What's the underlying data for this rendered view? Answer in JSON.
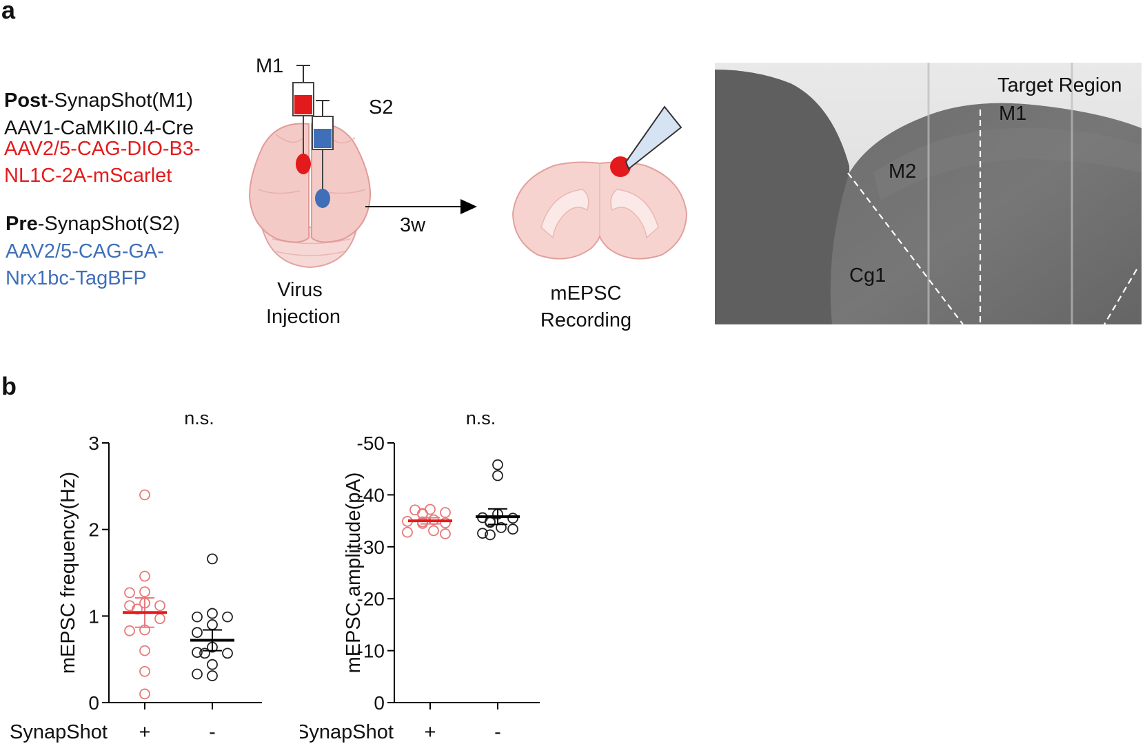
{
  "panel_a": {
    "letter": "a",
    "post": {
      "bold": "Post",
      "rest": "-SynapShot(M1)"
    },
    "post_virus_black": "AAV1-CaMKII0.4-Cre",
    "post_virus_red_1": "AAV2/5-CAG-DIO-B3-",
    "post_virus_red_2": "NL1C-2A-mScarlet",
    "pre": {
      "bold": "Pre",
      "rest": "-SynapShot(S2)"
    },
    "pre_virus_blue_1": "AAV2/5-CAG-GA-",
    "pre_virus_blue_2": "Nrx1bc-TagBFP",
    "label_m1": "M1",
    "label_s2": "S2",
    "virus_injection_1": "Virus",
    "virus_injection_2": "Injection",
    "arrow_label": "3w",
    "recording_1": "mEPSC",
    "recording_2": "Recording",
    "micrograph": {
      "target_region": "Target Region",
      "m1": "M1",
      "m2": "M2",
      "cg1": "Cg1"
    },
    "colors": {
      "red": "#e31a1c",
      "blue": "#3f6fb8"
    }
  },
  "panel_b": {
    "letter": "b",
    "x_group_label": "SynapShot"
  },
  "chart_data": [
    {
      "type": "scatter",
      "title": "n.s.",
      "ylabel": "mEPSC frequency(Hz)",
      "xlabel": "SynapShot",
      "categories": [
        "+",
        "-"
      ],
      "ylim": [
        0,
        3
      ],
      "yticks": [
        "0",
        "1",
        "2",
        "3"
      ],
      "series": [
        {
          "category": "+",
          "color": "#e8797a",
          "mean": 1.04,
          "sem": 0.17,
          "values": [
            2.4,
            1.46,
            1.28,
            1.27,
            1.15,
            1.12,
            1.12,
            1.08,
            0.97,
            0.84,
            0.83,
            0.6,
            0.36,
            0.1
          ]
        },
        {
          "category": "-",
          "color": "#222222",
          "mean": 0.72,
          "sem": 0.12,
          "values": [
            1.66,
            1.03,
            0.99,
            0.99,
            0.9,
            0.81,
            0.64,
            0.58,
            0.57,
            0.57,
            0.44,
            0.33,
            0.31
          ]
        }
      ]
    },
    {
      "type": "scatter",
      "title": "n.s.",
      "ylabel": "mEPSC amplitude(pA)",
      "xlabel": "SynapShot",
      "categories": [
        "+",
        "-"
      ],
      "ylim": [
        0,
        -50
      ],
      "yticks": [
        "0",
        "-10",
        "-20",
        "-30",
        "-40",
        "-50"
      ],
      "series": [
        {
          "category": "+",
          "color": "#e8797a",
          "mean": -35,
          "sem": 0.6,
          "values": [
            -37.2,
            -37.1,
            -36.6,
            -36.4,
            -36.3,
            -35.2,
            -34.9,
            -34.8,
            -34.6,
            -34.5,
            -33.1,
            -32.8,
            -32.5
          ]
        },
        {
          "category": "-",
          "color": "#222222",
          "mean": -35.8,
          "sem": 1.5,
          "values": [
            -45.8,
            -43.7,
            -36.3,
            -35.6,
            -35.5,
            -34.9,
            -34.7,
            -33.7,
            -33.4,
            -32.6,
            -32.3
          ]
        }
      ]
    }
  ]
}
